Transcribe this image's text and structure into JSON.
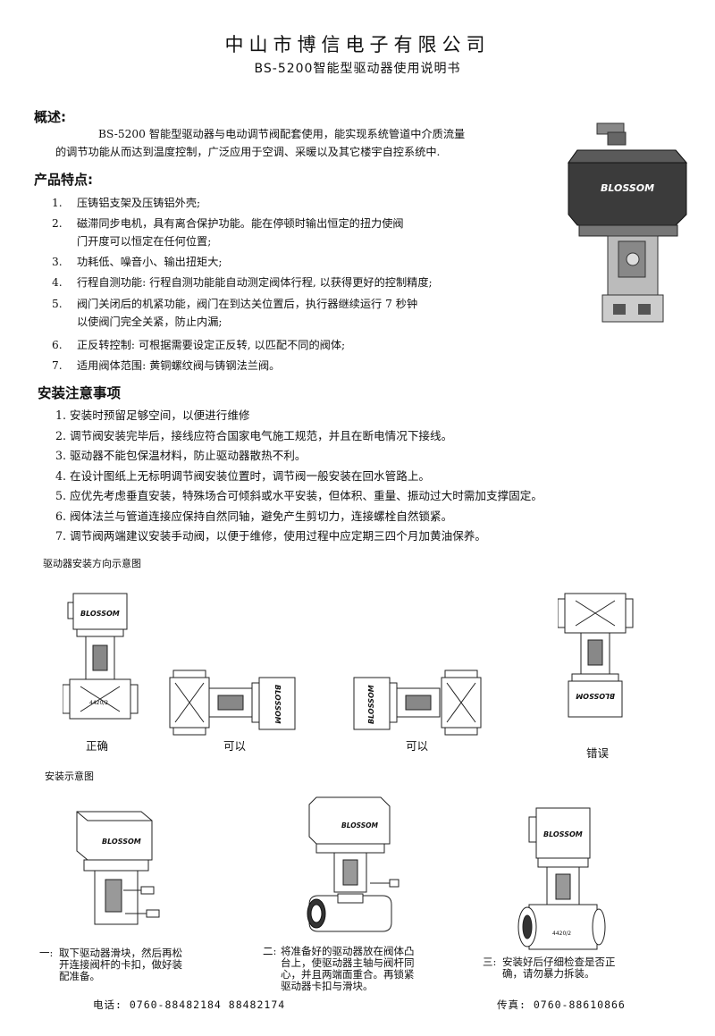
{
  "header": {
    "company": "中山市博信电子有限公司",
    "subtitle": "BS-5200智能型驱动器使用说明书"
  },
  "overview": {
    "heading": "概述:",
    "line1": "BS-5200 智能型驱动器与电动调节阀配套使用，能实现系统管道中介质流量",
    "line2": "的调节功能从而达到温度控制，广泛应用于空调、采暖以及其它楼宇自控系统中."
  },
  "features": {
    "heading": "产品特点:",
    "items": [
      {
        "num": "1.",
        "text": "压铸铝支架及压铸铝外壳;"
      },
      {
        "num": "2.",
        "text": "磁滞同步电机，具有离合保护功能。能在停顿时输出恒定的扭力使阀"
      },
      {
        "num": "",
        "text": "门开度可以恒定在任何位置;"
      },
      {
        "num": "3.",
        "text": "功耗低、噪音小、输出扭矩大;"
      },
      {
        "num": "4.",
        "text": "行程自测功能: 行程自测功能能自动测定阀体行程, 以获得更好的控制精度;"
      },
      {
        "num": "5.",
        "text": "阀门关闭后的机紧功能，阀门在到达关位置后，执行器继续运行 7 秒钟"
      },
      {
        "num": "",
        "text": "以使阀门完全关紧，防止内漏;"
      },
      {
        "num": "6.",
        "text": "正反转控制: 可根据需要设定正反转, 以匹配不同的阀体;"
      },
      {
        "num": "7.",
        "text": "适用阀体范围: 黄铜螺纹阀与铸钢法兰阀。"
      }
    ]
  },
  "install": {
    "heading": "安装注意事项",
    "items": [
      "1. 安装时预留足够空间，以便进行维修",
      "2. 调节阀安装完毕后，接线应符合国家电气施工规范，并且在断电情况下接线。",
      "3. 驱动器不能包保温材料，防止驱动器散热不利。",
      "4. 在设计图纸上无标明调节阀安装位置时，调节阀一般安装在回水管路上。",
      "5. 应优先考虑垂直安装，特殊场合可倾斜或水平安装，但体积、重量、振动过大时需加支撑固定。",
      "6. 阀体法兰与管道连接应保持自然同轴，避免产生剪切力，连接螺栓自然锁紧。",
      "7. 调节阀两端建议安装手动阀，以便于维修，使用过程中应定期三四个月加黄油保养。"
    ]
  },
  "orientation": {
    "title": "驱动器安装方向示意图",
    "labels": [
      "正确",
      "可以",
      "可以",
      "错误"
    ]
  },
  "diagram": {
    "title": "安装示意图",
    "steps": [
      {
        "num": "一:",
        "lines": [
          "取下驱动器滑块，然后再松",
          "开连接阀杆的卡扣，做好装",
          "配准备。"
        ]
      },
      {
        "num": "二:",
        "lines": [
          "将准备好的驱动器放在阀体凸",
          "台上，使驱动器主轴与阀杆同",
          "心，并且两端面重合。再锁紧",
          "驱动器卡扣与滑块。"
        ]
      },
      {
        "num": "三:",
        "lines": [
          "安装好后仔细检查是否正",
          "确，请勿暴力拆装。"
        ]
      }
    ]
  },
  "brand": "BLOSSOM",
  "valve_mark": "4420/2",
  "footer": {
    "phone": "电话: 0760-88482184  88482174",
    "fax": "传真: 0760-88610866"
  }
}
